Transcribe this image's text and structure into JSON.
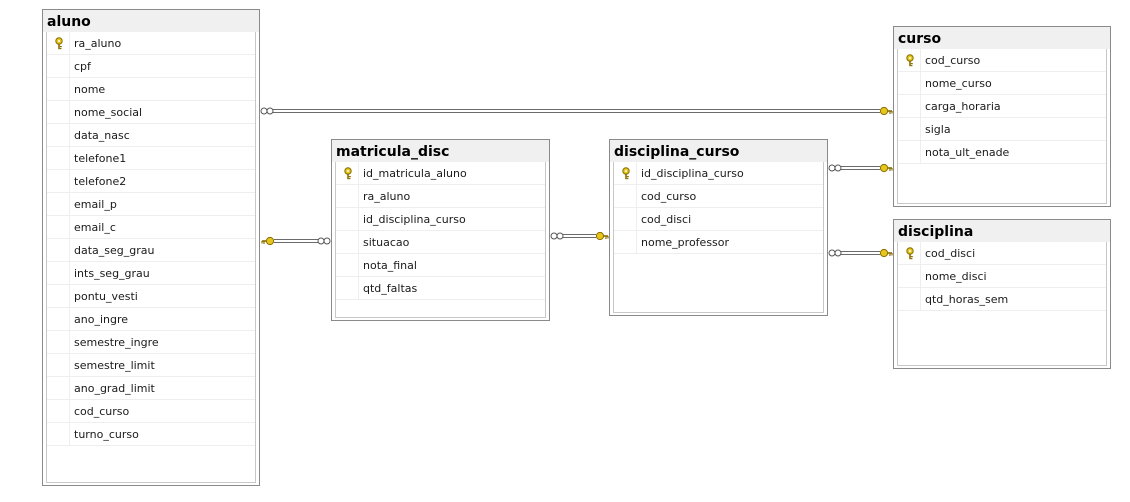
{
  "tables": {
    "aluno": {
      "name": "aluno",
      "columns": [
        {
          "name": "ra_aluno",
          "key": true
        },
        {
          "name": "cpf",
          "key": false
        },
        {
          "name": "nome",
          "key": false
        },
        {
          "name": "nome_social",
          "key": false
        },
        {
          "name": "data_nasc",
          "key": false
        },
        {
          "name": "telefone1",
          "key": false
        },
        {
          "name": "telefone2",
          "key": false
        },
        {
          "name": "email_p",
          "key": false
        },
        {
          "name": "email_c",
          "key": false
        },
        {
          "name": "data_seg_grau",
          "key": false
        },
        {
          "name": "ints_seg_grau",
          "key": false
        },
        {
          "name": "pontu_vesti",
          "key": false
        },
        {
          "name": "ano_ingre",
          "key": false
        },
        {
          "name": "semestre_ingre",
          "key": false
        },
        {
          "name": "semestre_limit",
          "key": false
        },
        {
          "name": "ano_grad_limit",
          "key": false
        },
        {
          "name": "cod_curso",
          "key": false
        },
        {
          "name": "turno_curso",
          "key": false
        }
      ]
    },
    "matricula_disc": {
      "name": "matricula_disc",
      "columns": [
        {
          "name": "id_matricula_aluno",
          "key": true
        },
        {
          "name": "ra_aluno",
          "key": false
        },
        {
          "name": "id_disciplina_curso",
          "key": false
        },
        {
          "name": "situacao",
          "key": false
        },
        {
          "name": "nota_final",
          "key": false
        },
        {
          "name": "qtd_faltas",
          "key": false
        }
      ]
    },
    "disciplina_curso": {
      "name": "disciplina_curso",
      "columns": [
        {
          "name": "id_disciplina_curso",
          "key": true
        },
        {
          "name": "cod_curso",
          "key": false
        },
        {
          "name": "cod_disci",
          "key": false
        },
        {
          "name": "nome_professor",
          "key": false
        }
      ]
    },
    "curso": {
      "name": "curso",
      "columns": [
        {
          "name": "cod_curso",
          "key": true
        },
        {
          "name": "nome_curso",
          "key": false
        },
        {
          "name": "carga_horaria",
          "key": false
        },
        {
          "name": "sigla",
          "key": false
        },
        {
          "name": "nota_ult_enade",
          "key": false
        }
      ]
    },
    "disciplina": {
      "name": "disciplina",
      "columns": [
        {
          "name": "cod_disci",
          "key": true
        },
        {
          "name": "nome_disci",
          "key": false
        },
        {
          "name": "qtd_horas_sem",
          "key": false
        }
      ]
    }
  },
  "relationships": [
    {
      "many": "aluno",
      "one": "curso"
    },
    {
      "many": "matricula_disc",
      "one": "aluno"
    },
    {
      "many": "matricula_disc",
      "one": "disciplina_curso"
    },
    {
      "many": "disciplina_curso",
      "one": "curso"
    },
    {
      "many": "disciplina_curso",
      "one": "disciplina"
    }
  ],
  "colors": {
    "key": "#e6c619",
    "key_outline": "#8a6d00",
    "line": "#6b6b6b",
    "border": "#8a8a8a",
    "title_bg": "#f0f0f0"
  }
}
